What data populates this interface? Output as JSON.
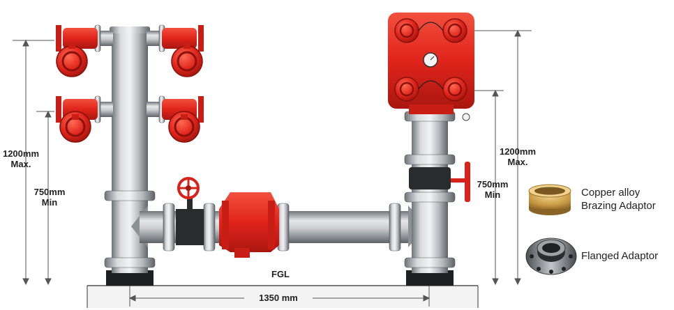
{
  "labels": {
    "left_max_value": "1200mm",
    "left_max_suffix": "Max.",
    "left_min_value": "750mm",
    "left_min_suffix": "Min",
    "right_max_value": "1200mm",
    "right_max_suffix": "Max.",
    "right_min_value": "750mm",
    "right_min_suffix": "Min",
    "fgl": "FGL",
    "span": "1350 mm"
  },
  "legend": [
    {
      "icon": "copper-alloy-brazing-adaptor-icon",
      "line1": "Copper alloy",
      "line2": "Brazing Adaptor"
    },
    {
      "icon": "flanged-adaptor-icon",
      "line1": "Flanged Adaptor",
      "line2": ""
    }
  ],
  "colors": {
    "valve_red": "#e0241b",
    "pipe_steel": "#b9bcc0",
    "dimension_line": "#555555",
    "text": "#222222"
  }
}
